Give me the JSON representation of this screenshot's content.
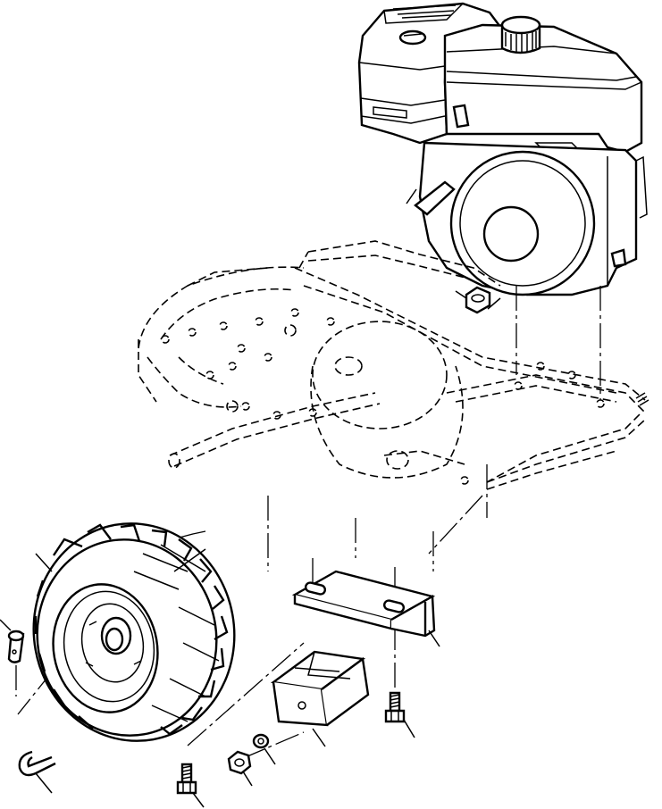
{
  "figure": {
    "kind": "exploded parts diagram",
    "callout_labels": [],
    "parts": [
      {
        "name": "engine",
        "icon": "engine-icon"
      },
      {
        "name": "engine-mount-nut",
        "icon": "hex-nut-icon"
      },
      {
        "name": "tiller-frame",
        "icon": "tiller-frame-icon"
      },
      {
        "name": "wheel-and-tire",
        "icon": "tire-icon"
      },
      {
        "name": "hitch-pin",
        "icon": "pin-icon"
      },
      {
        "name": "hairpin-clip",
        "icon": "hairpin-clip-icon"
      },
      {
        "name": "mounting-bracket",
        "icon": "bracket-icon"
      },
      {
        "name": "weight-block",
        "icon": "block-icon"
      },
      {
        "name": "hex-bolt",
        "icon": "bolt-icon"
      },
      {
        "name": "hex-nut",
        "icon": "hex-nut-icon"
      },
      {
        "name": "lock-washer",
        "icon": "washer-icon"
      }
    ]
  },
  "colors": {
    "line": "#000000",
    "background": "#ffffff"
  }
}
